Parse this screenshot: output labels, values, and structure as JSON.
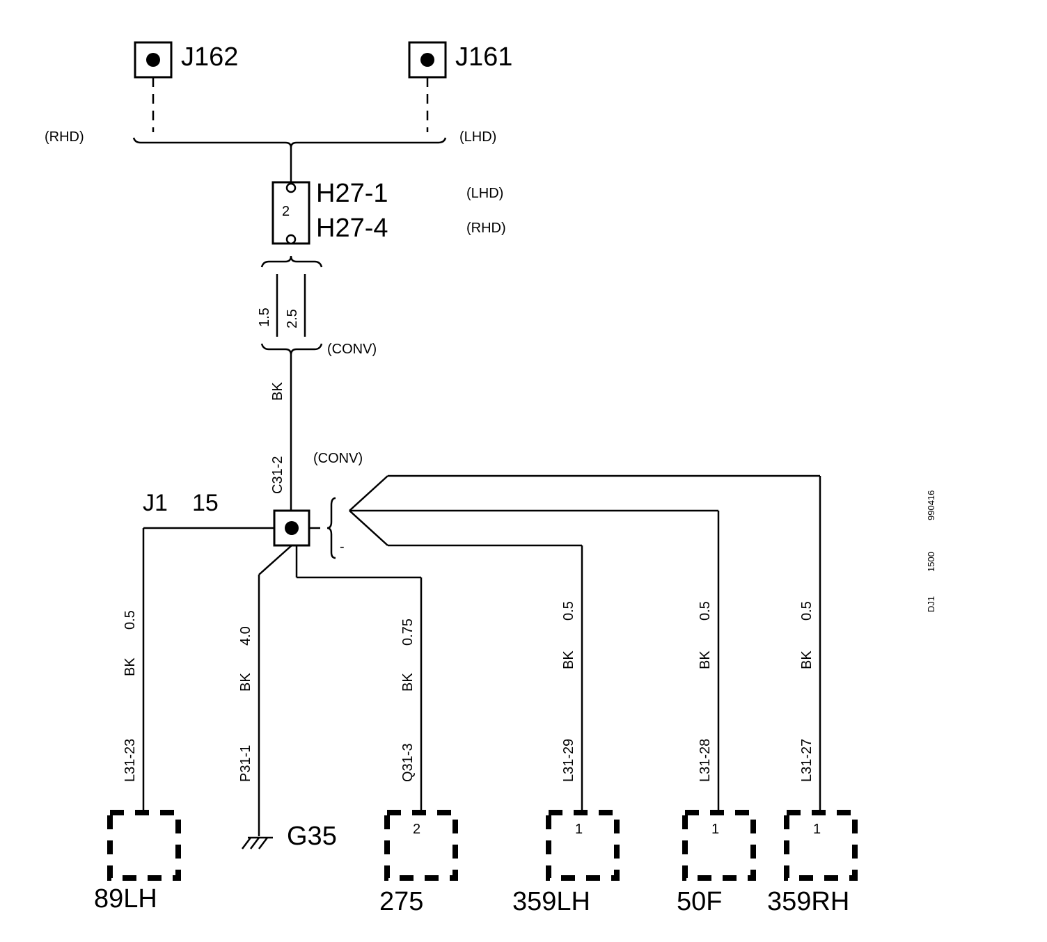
{
  "top": {
    "j162": "J162",
    "j161": "J161",
    "rhd": "(RHD)",
    "lhd": "(LHD)"
  },
  "connector_h27": {
    "pin": "2",
    "label_a": "H27-1",
    "label_b": "H27-4",
    "note_a": "(LHD)",
    "note_b": "(RHD)"
  },
  "wire_size": {
    "a": "1.5",
    "b": "2.5",
    "note": "(CONV)"
  },
  "main_wire": {
    "color": "BK",
    "pin": "C31-2",
    "note": "(CONV)"
  },
  "splice": {
    "label": "J1",
    "pin": "15",
    "minus": "-"
  },
  "branches": [
    {
      "size": "0.5",
      "color": "BK",
      "pin": "L31-23",
      "box_pin": "",
      "component": "89LH"
    },
    {
      "size": "4.0",
      "color": "BK",
      "pin": "P31-1",
      "box_pin": "",
      "component": "G35"
    },
    {
      "size": "0.75",
      "color": "BK",
      "pin": "Q31-3",
      "box_pin": "2",
      "component": "275"
    },
    {
      "size": "0.5",
      "color": "BK",
      "pin": "L31-29",
      "box_pin": "1",
      "component": "359LH"
    },
    {
      "size": "0.5",
      "color": "BK",
      "pin": "L31-28",
      "box_pin": "1",
      "component": "50F"
    },
    {
      "size": "0.5",
      "color": "BK",
      "pin": "L31-27",
      "box_pin": "1",
      "component": "359RH"
    }
  ],
  "side_codes": [
    "990416",
    "1500",
    "DJ1"
  ]
}
